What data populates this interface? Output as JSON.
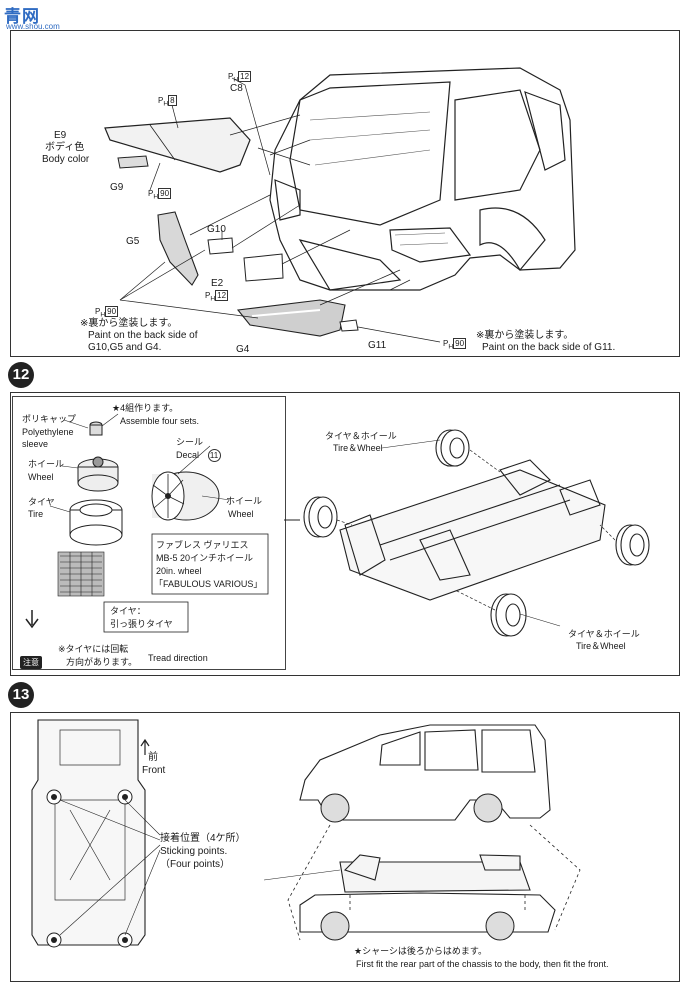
{
  "watermark": {
    "logo_text": "青网",
    "site": "www.shou.com"
  },
  "step11": {
    "ph12_top": "12",
    "c8": "C8",
    "ph8": "8",
    "e9": "E9",
    "body_color_jp": "ボディ色",
    "body_color_en": "Body color",
    "g9": "G9",
    "ph90_a": "90",
    "g10": "G10",
    "g5": "G5",
    "e2": "E2",
    "ph12_b": "12",
    "ph90_b": "90",
    "note_jp": "※裏から塗装します。",
    "note_en_1": "Paint on the back side of",
    "note_en_2": "G10,G5 and G4.",
    "g4": "G4",
    "g11": "G11",
    "ph90_c": "90",
    "note_g11_jp": "※裏から塗装します。",
    "note_g11_en": "Paint on the back side of G11."
  },
  "step12": {
    "number": "12",
    "polycap_jp": "ポリキャップ",
    "polycap_en_1": "Polyethylene",
    "polycap_en_2": "sleeve",
    "assemble_jp": "★4組作ります。",
    "assemble_en": "Assemble four sets.",
    "wheel_jp": "ホイール",
    "wheel_en": "Wheel",
    "tire_jp": "タイヤ",
    "tire_en": "Tire",
    "decal_jp": "シール",
    "decal_en": "Decal",
    "decal_no": "11",
    "wheel2_jp": "ホイール",
    "wheel2_en": "Wheel",
    "name_jp": "ファブレス ヴァリエス",
    "name_2": "MB-5 20インチホイール",
    "name_3": "20in. wheel",
    "name_4": "「FABULOUS VARIOUS」",
    "tire_note_1": "タイヤ：",
    "tire_note_2": "引っ張りタイヤ",
    "caution": "注意",
    "tread_jp_1": "※タイヤには回転",
    "tread_jp_2": "方向があります。",
    "tread_en": "Tread direction",
    "tw_top_jp": "タイヤ＆ホイール",
    "tw_top_en": "Tire＆Wheel",
    "tw_bot_jp": "タイヤ＆ホイール",
    "tw_bot_en": "Tire＆Wheel"
  },
  "step13": {
    "number": "13",
    "front_jp": "前",
    "front_en": "Front",
    "stick_jp": "接着位置（4ケ所）",
    "stick_en_1": "Sticking points.",
    "stick_en_2": "（Four points）",
    "fit_jp": "★シャーシは後ろからはめます。",
    "fit_en": "First fit the rear part of the chassis to the body, then fit the front."
  }
}
